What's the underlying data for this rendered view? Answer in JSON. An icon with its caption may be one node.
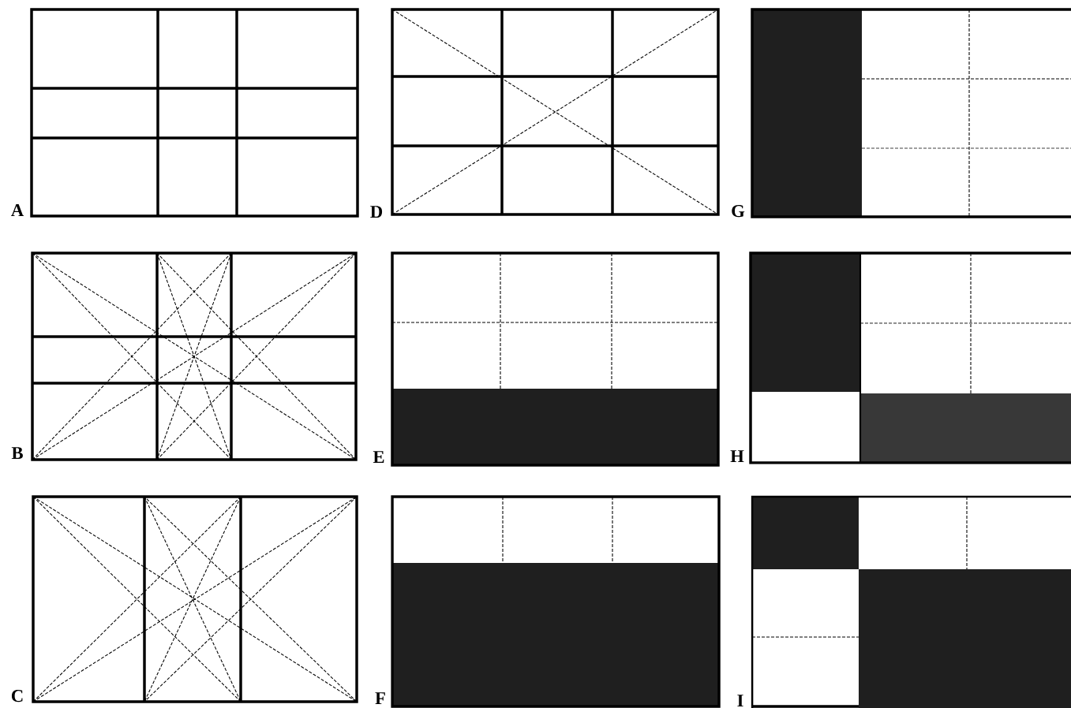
{
  "diagram": {
    "labels": [
      "A",
      "D",
      "G",
      "B",
      "E",
      "H",
      "C",
      "F",
      "I"
    ]
  }
}
